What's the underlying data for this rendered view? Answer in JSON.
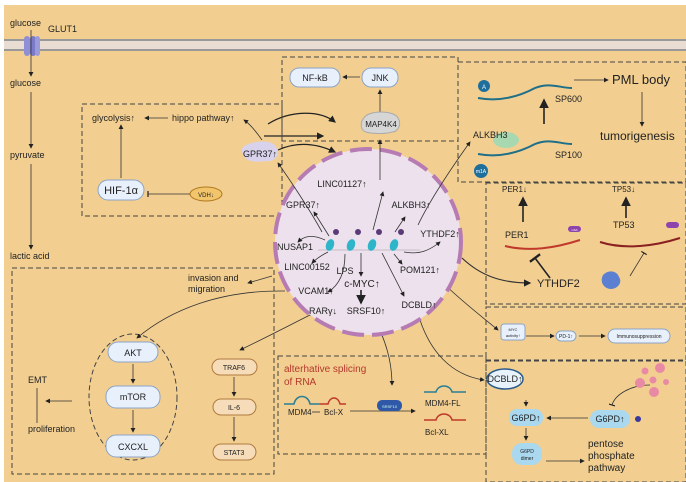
{
  "colors": {
    "background": "#f2cf91",
    "nucleus": "#ece1ec",
    "nuclear_envelope": "#b77bb3",
    "rna_teal": "#2a7f94",
    "rna_red": "#c0392b",
    "splicing_title": "#b5382b",
    "pill_blue": "#e8f0fb"
  },
  "membrane": {
    "glucose_out": "glucose",
    "transporter": "GLUT1",
    "glucose_in": "glucose",
    "pyruvate": "pyruvate",
    "lactic_acid": "lactic acid"
  },
  "hippo_box": {
    "glycolysis": "glycolysis↑",
    "hippo": "hippo pathway↑",
    "hif": "HIF-1α",
    "vdh": "VDH↓",
    "gpr37": "GPR37↑"
  },
  "nfkb_box": {
    "nfkb": "NF-kB",
    "jnk": "JNK",
    "map4k4": "MAP4K4"
  },
  "pml_box": {
    "a": "A",
    "m1a": "m1A",
    "sp600": "SP600",
    "sp100": "SP100",
    "pml": "PML body",
    "tumor": "tumorigenesis",
    "alkbh3": "ALKBH3"
  },
  "per_box": {
    "per1_down": "PER1↓",
    "tp53_down": "TP53↓",
    "per1": "PER1",
    "tp53": "TP53",
    "ythdf2": "YTHDF2",
    "m6a": "m6A"
  },
  "nucleus": {
    "linc01127": "LINC01127↑",
    "gpr37": "GPR37↑",
    "alkbh3": "ALKBH3↑",
    "nusap1": "NUSAP1",
    "ythdf2": "YTHDF2↑",
    "linc00152": "LINC00152",
    "lps": "LPS",
    "pom121": "POM121↑",
    "cmyc": "c-MYC↑",
    "vcam1": "VCAM1↑",
    "dcbld": "DCBLD↑",
    "rarg": "RARγ↓",
    "srsf10": "SRSF10↑"
  },
  "left_box": {
    "invasion": "invasion and",
    "migration": "migration",
    "akt": "AKT",
    "mtor": "mTOR",
    "cxcxl": "CXCXL",
    "emt": "EMT",
    "proliferation": "proliferation",
    "traf6": "TRAF6",
    "il6": "IL-6",
    "stat3": "STAT3"
  },
  "splicing_box": {
    "title1": "alterhative splicing",
    "title2": "of RNA",
    "mdm4": "MDM4",
    "bclx": "Bcl-X",
    "srsf10": "SRSF10",
    "mdm4fl": "MDM4-FL",
    "bclxl": "Bcl-XL"
  },
  "myc_box": {
    "myc1": "MYC",
    "myc2": "activity↑",
    "pd1": "PD-1↑",
    "immuno": "Immunosuppression"
  },
  "g6pd_box": {
    "dcbld": "DCBLD↑",
    "g6pd": "G6PD↑",
    "g6pd2": "G6PD↑",
    "dimer1": "G6PD",
    "dimer2": "dimer",
    "ppp1": "pentose",
    "ppp2": "phosphate",
    "ppp3": "pathway"
  }
}
